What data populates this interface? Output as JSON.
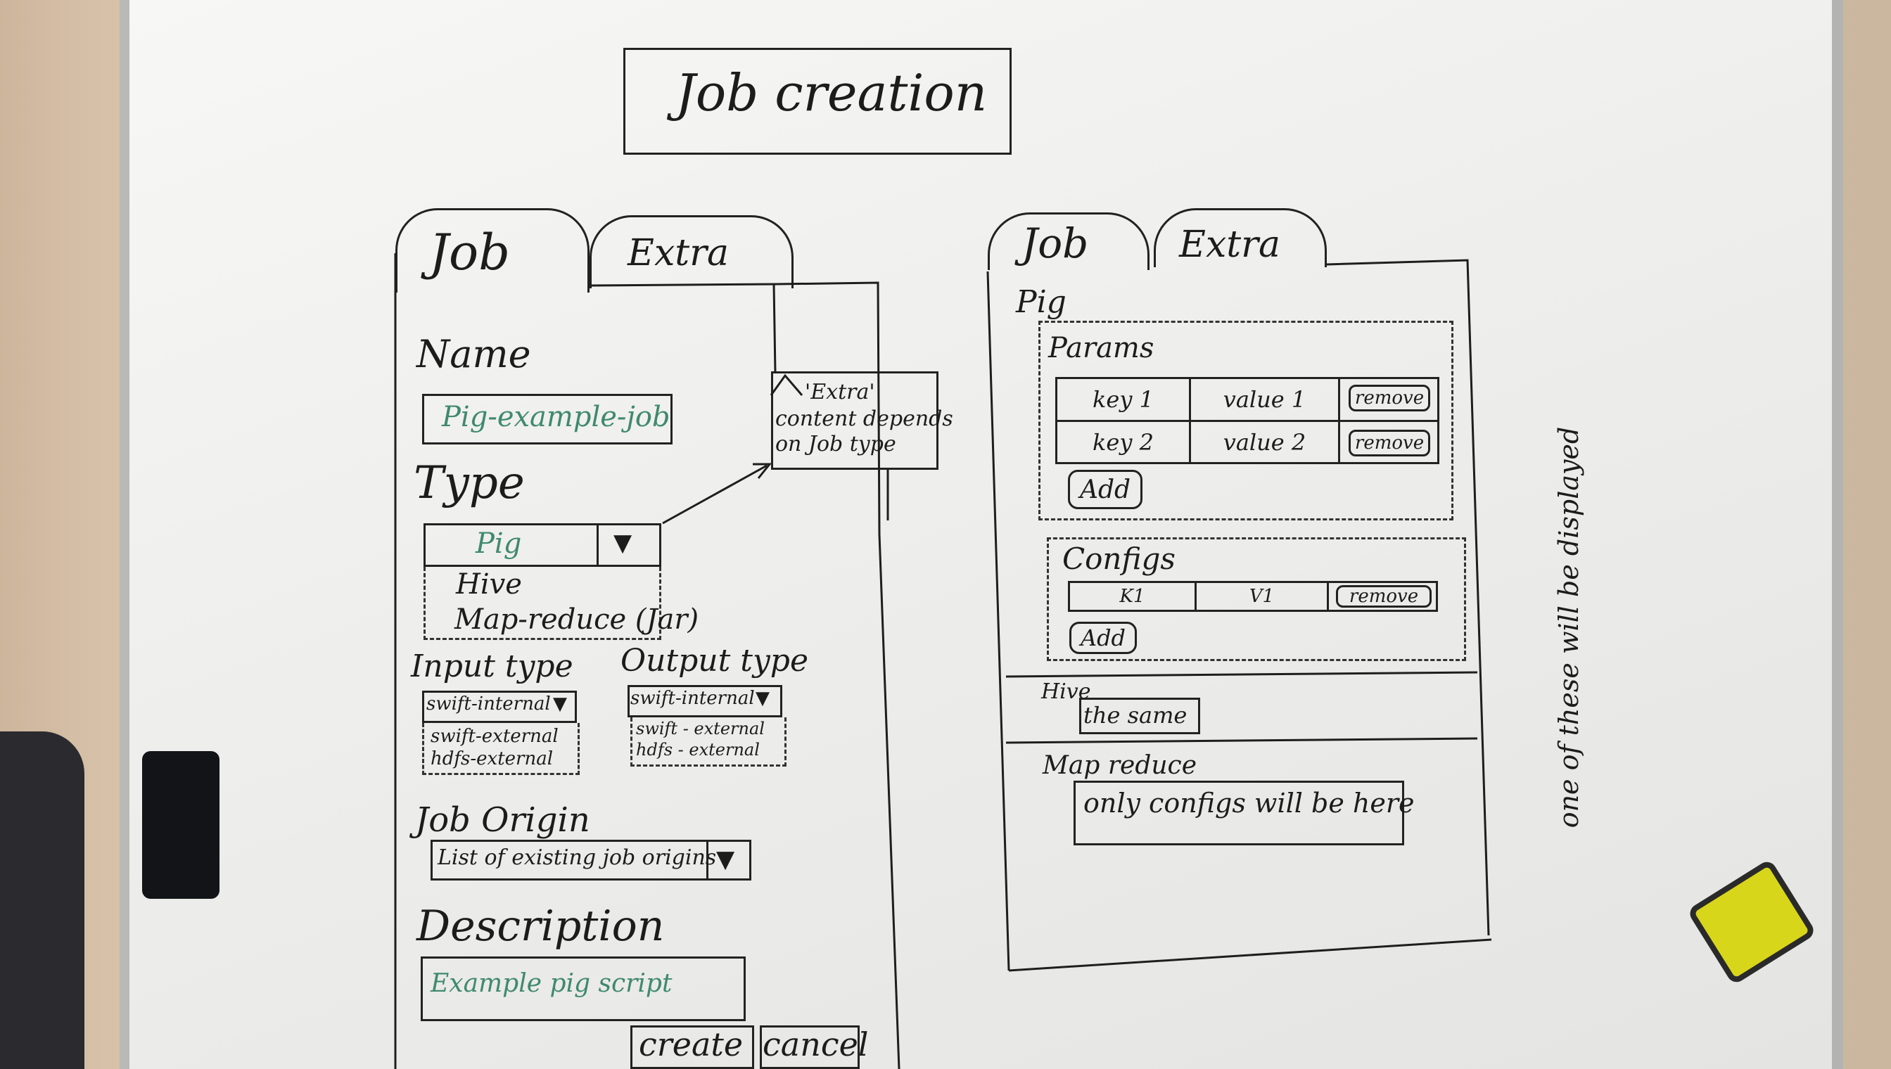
{
  "title": "Job creation",
  "left_panel": {
    "tabs": [
      "Job",
      "Extra"
    ],
    "name_label": "Name",
    "name_value": "Pig-example-job",
    "type_label": "Type",
    "type_selected": "Pig",
    "type_options": [
      "Hive",
      "Map-reduce (Jar)"
    ],
    "input_type_label": "Input type",
    "input_selected": "swift-internal",
    "input_options": [
      "swift-external",
      "hdfs-external"
    ],
    "output_type_label": "Output type",
    "output_selected": "swift-internal",
    "output_options": [
      "swift - external",
      "hdfs - external"
    ],
    "job_origin_label": "Job Origin",
    "job_origin_value": "List of existing job origins",
    "description_label": "Description",
    "description_value": "Example pig script",
    "create_label": "create",
    "cancel_label": "cancel",
    "note_lines": [
      "'Extra'",
      "content depends",
      "on Job type"
    ]
  },
  "right_panel": {
    "tabs": [
      "Job",
      "Extra"
    ],
    "pig_label": "Pig",
    "params_label": "Params",
    "params_rows": [
      {
        "key": "key 1",
        "value": "value 1",
        "action": "remove"
      },
      {
        "key": "key 2",
        "value": "value 2",
        "action": "remove"
      }
    ],
    "params_add": "Add",
    "configs_label": "Configs",
    "configs_rows": [
      {
        "key": "K1",
        "value": "V1",
        "action": "remove"
      }
    ],
    "configs_add": "Add",
    "hive_label": "Hive",
    "hive_value": "the same",
    "mapreduce_label": "Map reduce",
    "mapreduce_value": "only configs will be here",
    "side_note": "one of these will be displayed"
  },
  "icons": {
    "dropdown": "triangle-down-icon",
    "note": "folded-note-icon"
  }
}
